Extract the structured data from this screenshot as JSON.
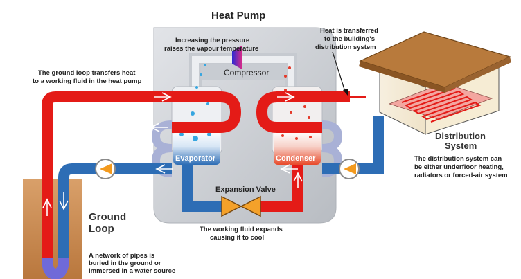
{
  "heat_pump": {
    "title": "Heat Pump",
    "compressor_label": "Compressor",
    "pressure_note": [
      "Increasing the pressure",
      "raises the vapour temperature"
    ],
    "evaporator_label": "Evaporator",
    "condenser_label": "Condenser",
    "expansion_valve_label": "Expansion Valve",
    "expansion_note": [
      "The working fluid expands",
      "causing it to cool"
    ]
  },
  "ground_loop": {
    "note_top": [
      "The ground loop transfers heat",
      "to a working fluid in the heat pump"
    ],
    "title": [
      "Ground",
      "Loop"
    ],
    "note_bottom": [
      "A network of pipes is",
      "buried in the ground or",
      "immersed in a water source"
    ]
  },
  "distribution": {
    "transfer_note": [
      "Heat is transferred",
      "to the building's",
      "distribution system"
    ],
    "title": [
      "Distribution",
      "System"
    ],
    "note": [
      "The distribution system can",
      "be either underfloor heating,",
      "radiators or forced-air system"
    ]
  },
  "colors": {
    "hot": "#e41b17",
    "cold": "#2d6db5",
    "coil": "#a9b1d6",
    "casing": "#c9ccd1",
    "pump": "#f39a1e",
    "valve": "#f4a12a",
    "compressor": "#2a2ad4",
    "ground": "#c8864a",
    "roof": "#b87a3c"
  }
}
